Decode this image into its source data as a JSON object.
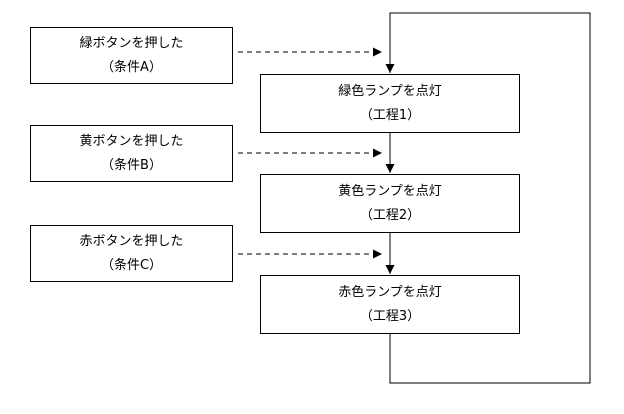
{
  "conditions": [
    {
      "action": "緑ボタンを押した",
      "label": "（条件A）"
    },
    {
      "action": "黄ボタンを押した",
      "label": "（条件B）"
    },
    {
      "action": "赤ボタンを押した",
      "label": "（条件C）"
    }
  ],
  "steps": [
    {
      "action": "緑色ランプを点灯",
      "label": "（工程1）"
    },
    {
      "action": "黄色ランプを点灯",
      "label": "（工程2）"
    },
    {
      "action": "赤色ランプを点灯",
      "label": "（工程3）"
    }
  ]
}
